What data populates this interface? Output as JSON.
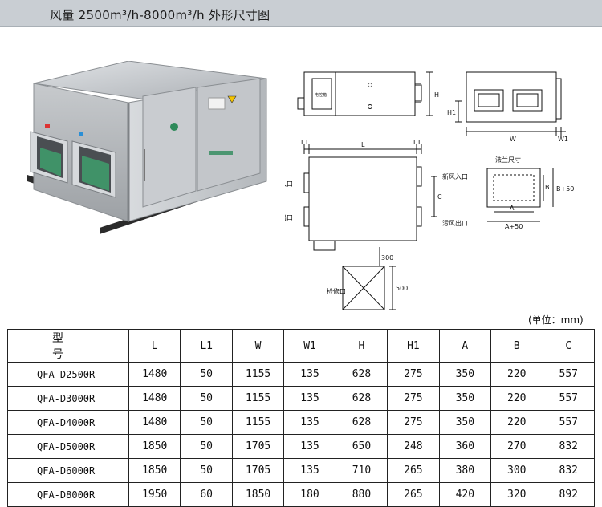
{
  "header": {
    "title": "风量 2500m³/h-8000m³/h 外形尺寸图"
  },
  "drawing_labels": {
    "electric_box": "电控箱",
    "L": "L",
    "L1_left": "L1",
    "L1_right": "L1",
    "W": "W",
    "W1": "W1",
    "H": "H",
    "H1": "H1",
    "C": "C",
    "polluted_in": "污风入口",
    "fresh_out": "新风出口",
    "fresh_in": "新风入口",
    "polluted_out": "污风出口",
    "flange_title": "法兰尺寸",
    "A": "A",
    "A50": "A+50",
    "B": "B",
    "B50": "B+50",
    "d300": "300",
    "d500": "500",
    "access_port": "检修口"
  },
  "unit_note": "(单位：mm)",
  "table": {
    "headers": [
      "型　　号",
      "L",
      "L1",
      "W",
      "W1",
      "H",
      "H1",
      "A",
      "B",
      "C"
    ],
    "rows": [
      [
        "QFA-D2500R",
        "1480",
        "50",
        "1155",
        "135",
        "628",
        "275",
        "350",
        "220",
        "557"
      ],
      [
        "QFA-D3000R",
        "1480",
        "50",
        "1155",
        "135",
        "628",
        "275",
        "350",
        "220",
        "557"
      ],
      [
        "QFA-D4000R",
        "1480",
        "50",
        "1155",
        "135",
        "628",
        "275",
        "350",
        "220",
        "557"
      ],
      [
        "QFA-D5000R",
        "1850",
        "50",
        "1705",
        "135",
        "650",
        "248",
        "360",
        "270",
        "832"
      ],
      [
        "QFA-D6000R",
        "1850",
        "50",
        "1705",
        "135",
        "710",
        "265",
        "380",
        "300",
        "832"
      ],
      [
        "QFA-D8000R",
        "1950",
        "60",
        "1850",
        "180",
        "880",
        "265",
        "420",
        "320",
        "892"
      ]
    ]
  },
  "colors": {
    "header_bg": "#c9ced3",
    "unit_body": "#b8bcc0",
    "vent_green": "#3f9a6a"
  }
}
